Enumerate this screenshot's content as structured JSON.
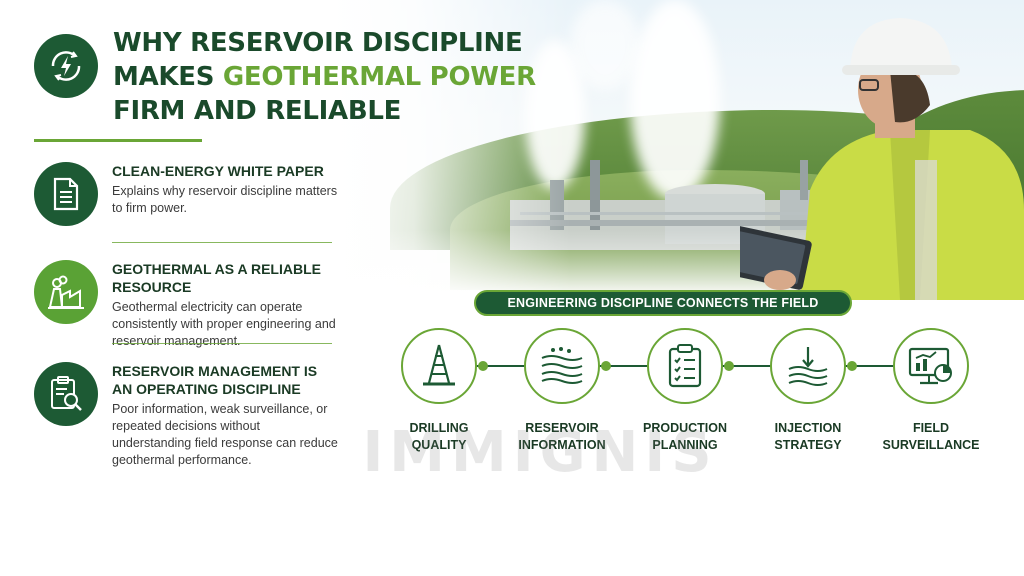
{
  "header": {
    "title_line1": "WHY RESERVOIR DISCIPLINE",
    "title_line2_prefix": "MAKES ",
    "title_line2_highlight": "GEOTHERMAL POWER",
    "title_line3": "FIRM AND RELIABLE",
    "logo_icon": "lightning-bolt-cycle-icon"
  },
  "items": [
    {
      "icon": "document-icon",
      "heading": "CLEAN-ENERGY WHITE PAPER",
      "body": "Explains why reservoir discipline matters to firm power."
    },
    {
      "icon": "power-plant-icon",
      "heading": "GEOTHERMAL AS A RELIABLE RESOURCE",
      "body": "Geothermal electricity can operate consistently with proper engineering and reservoir management."
    },
    {
      "icon": "clipboard-magnifier-icon",
      "heading_line1": "RESERVOIR MANAGEMENT IS",
      "heading_line2": "AN OPERATING DISCIPLINE",
      "body": "Poor information, weak surveillance, or repeated decisions without understanding field response can reduce geothermal performance."
    }
  ],
  "banner": "ENGINEERING DISCIPLINE CONNECTS THE FIELD",
  "steps": [
    {
      "icon": "drilling-rig-icon",
      "line1": "DRILLING",
      "line2": "QUALITY"
    },
    {
      "icon": "reservoir-layers-icon",
      "line1": "RESERVOIR",
      "line2": "INFORMATION"
    },
    {
      "icon": "checklist-icon",
      "line1": "PRODUCTION",
      "line2": "PLANNING"
    },
    {
      "icon": "injection-well-icon",
      "line1": "INJECTION",
      "line2": "STRATEGY"
    },
    {
      "icon": "monitor-chart-icon",
      "line1": "FIELD",
      "line2": "SURVEILLANCE"
    }
  ],
  "watermark": "IMMIGNIS",
  "colors": {
    "dark_green": "#1d5a34",
    "accent_green": "#6aa636",
    "title_green": "#1a4a2b"
  }
}
